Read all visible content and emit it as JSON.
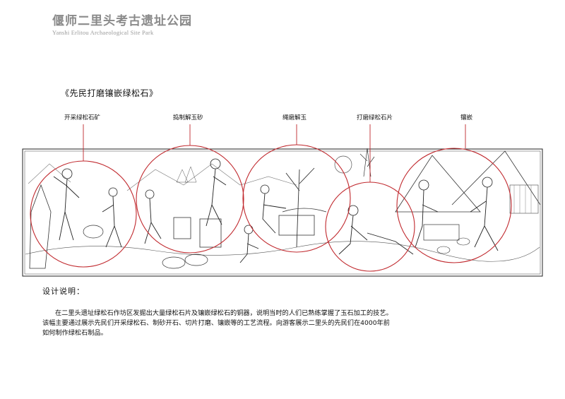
{
  "header": {
    "park_name": "偃师二里头考古遗址公园",
    "park_name_en": "Yanshi Erlitou Archaeological Site Park"
  },
  "artwork_title": "《先民打磨镶嵌绿松石》",
  "stages": [
    {
      "label": "开采绿松石矿"
    },
    {
      "label": "捣制解玉砂"
    },
    {
      "label": "绳磨解玉"
    },
    {
      "label": "打磨绿松石片"
    },
    {
      "label": "镶嵌"
    }
  ],
  "highlight_color": "#c0282d",
  "design_notes": {
    "heading": "设计说明：",
    "lines": [
      "在二里头遗址绿松石作坊区发掘出大量绿松石片及镶嵌绿松石的铜器，说明当时的人们已熟练掌握了玉石加工的技艺。",
      "该幅主要通过展示先民们开采绿松石、制砂开石、切片打磨、镶嵌等的工艺流程。向游客展示二里头的先民们在4000年前",
      "如何制作绿松石制品。"
    ]
  }
}
